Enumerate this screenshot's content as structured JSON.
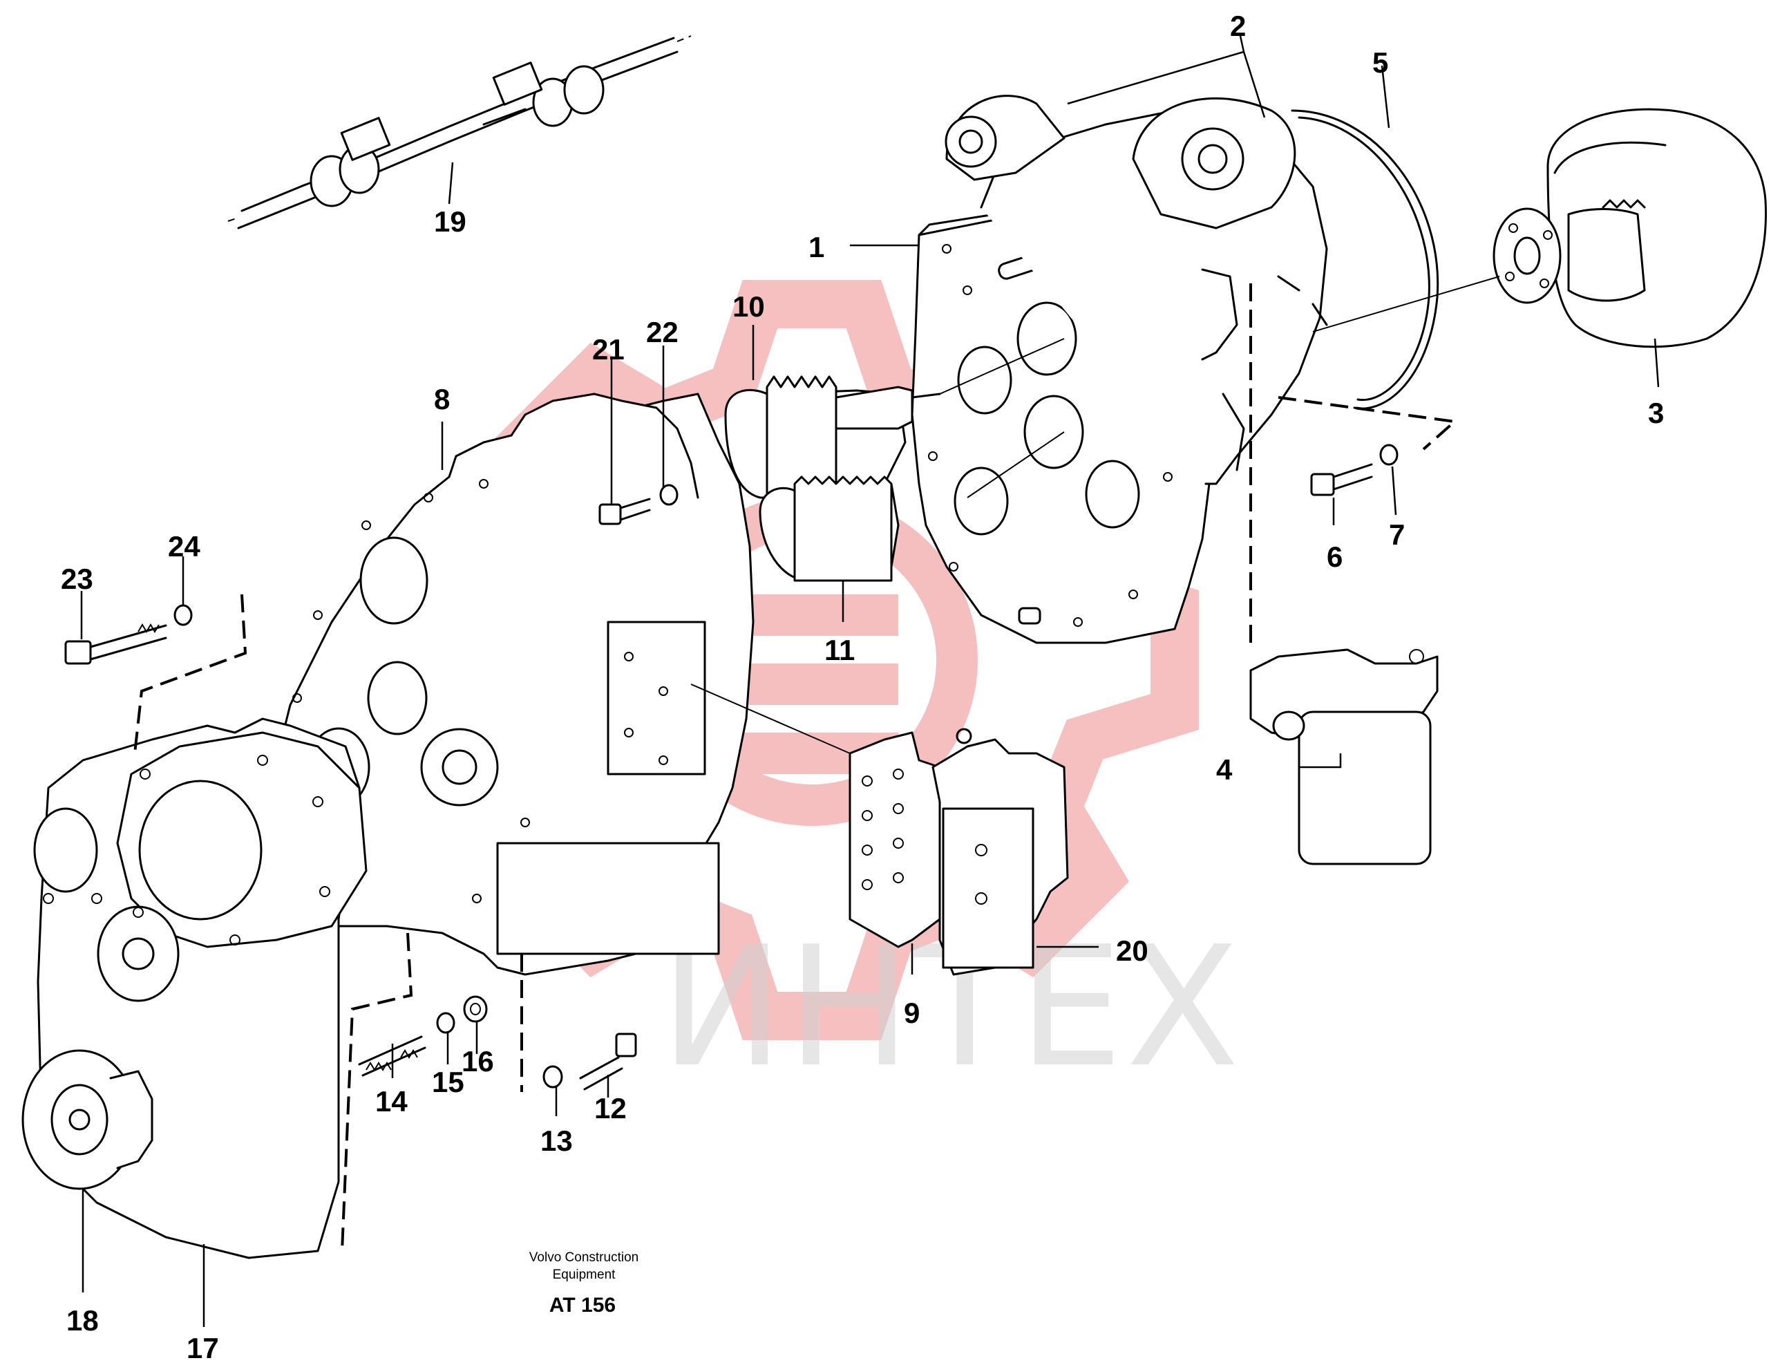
{
  "watermark": {
    "text": "ИНТЕХ",
    "color": "#e23c3c"
  },
  "caption": {
    "line1": "Volvo Construction",
    "line2": "Equipment",
    "code": "AT 156"
  },
  "callouts": [
    {
      "id": "1",
      "label": "1"
    },
    {
      "id": "2",
      "label": "2"
    },
    {
      "id": "3",
      "label": "3"
    },
    {
      "id": "4",
      "label": "4"
    },
    {
      "id": "5",
      "label": "5"
    },
    {
      "id": "6",
      "label": "6"
    },
    {
      "id": "7",
      "label": "7"
    },
    {
      "id": "8",
      "label": "8"
    },
    {
      "id": "9",
      "label": "9"
    },
    {
      "id": "10",
      "label": "10"
    },
    {
      "id": "11",
      "label": "11"
    },
    {
      "id": "12",
      "label": "12"
    },
    {
      "id": "13",
      "label": "13"
    },
    {
      "id": "14",
      "label": "14"
    },
    {
      "id": "15",
      "label": "15"
    },
    {
      "id": "16",
      "label": "16"
    },
    {
      "id": "17",
      "label": "17"
    },
    {
      "id": "18",
      "label": "18"
    },
    {
      "id": "19",
      "label": "19"
    },
    {
      "id": "20",
      "label": "20"
    },
    {
      "id": "21",
      "label": "21"
    },
    {
      "id": "22",
      "label": "22"
    },
    {
      "id": "23",
      "label": "23"
    },
    {
      "id": "24",
      "label": "24"
    }
  ]
}
